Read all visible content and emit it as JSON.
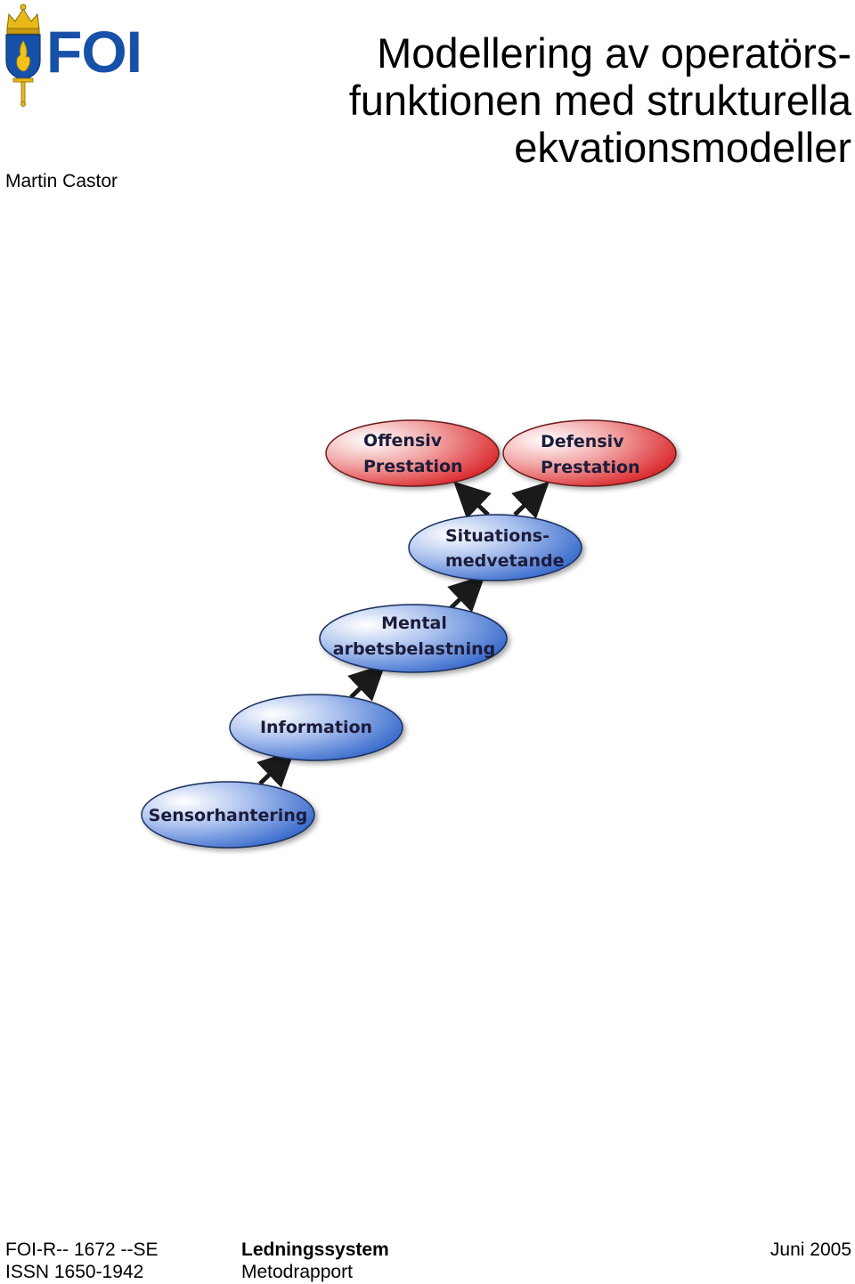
{
  "logo": {
    "text": "FOI",
    "brand_color": "#1750a8",
    "icon": "crown-sword-emblem-icon"
  },
  "author": "Martin Castor",
  "title_lines": [
    "Modellering av operatörs-",
    "funktionen med strukturella",
    "ekvationsmodeller"
  ],
  "figure": {
    "nodes": [
      {
        "id": "offensiv",
        "lines": [
          "Offensiv",
          "Prestation"
        ],
        "color": "red"
      },
      {
        "id": "defensiv",
        "lines": [
          "Defensiv",
          "Prestation"
        ],
        "color": "red"
      },
      {
        "id": "situation",
        "lines": [
          "Situations-",
          "medvetande"
        ],
        "color": "blue"
      },
      {
        "id": "mental",
        "lines": [
          "Mental",
          "arbetsbelastning"
        ],
        "color": "blue"
      },
      {
        "id": "information",
        "lines": [
          "Information"
        ],
        "color": "blue"
      },
      {
        "id": "sensor",
        "lines": [
          "Sensorhantering"
        ],
        "color": "blue"
      }
    ],
    "colors": {
      "red": "#d81e22",
      "blue": "#2f63c9"
    }
  },
  "footer": {
    "report_number": "FOI-R-- 1672 --SE",
    "issn": "ISSN 1650-1942",
    "department": "Ledningssystem",
    "report_type": "Metodrapport",
    "date": "Juni 2005"
  }
}
